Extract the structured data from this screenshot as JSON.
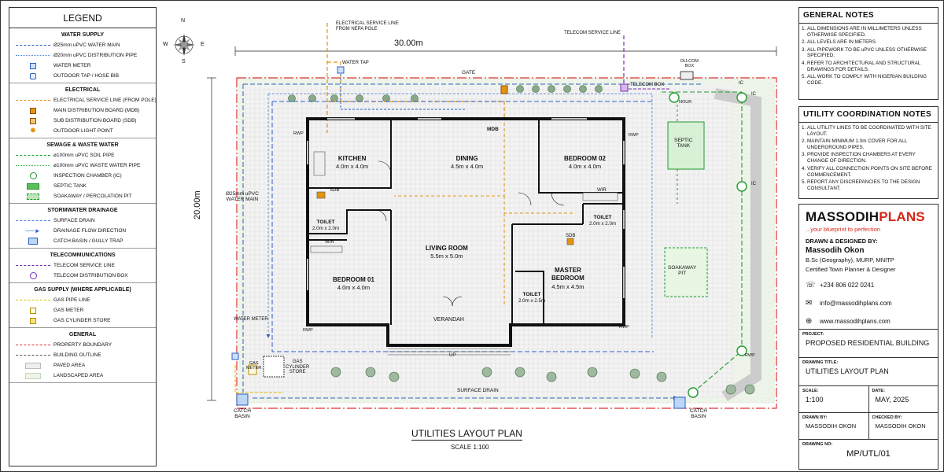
{
  "legend": {
    "title": "LEGEND",
    "sections": [
      {
        "title": "WATER SUPPLY",
        "items": [
          {
            "sym": "water-main",
            "label": "Ø25mm uPVC WATER MAIN"
          },
          {
            "sym": "water-dist",
            "label": "Ø20mm uPVC DISTRIBUTION PIPE"
          },
          {
            "sym": "meter",
            "label": "WATER METER"
          },
          {
            "sym": "tap",
            "label": "OUTDOOR TAP / HOSE BIB"
          }
        ]
      },
      {
        "title": "ELECTRICAL",
        "items": [
          {
            "sym": "elec-line",
            "label": "ELECTRICAL SERVICE LINE (FROM POLE)"
          },
          {
            "sym": "mdb",
            "label": "MAIN DISTRIBUTION BOARD (MDB)"
          },
          {
            "sym": "sdb",
            "label": "SUB DISTRIBUTION BOARD (SDB)"
          },
          {
            "sym": "light",
            "label": "OUTDOOR LIGHT POINT"
          }
        ]
      },
      {
        "title": "SEWAGE & WASTE WATER",
        "items": [
          {
            "sym": "soil",
            "label": "ø100mm uPVC SOIL PIPE"
          },
          {
            "sym": "waste",
            "label": "ø100mm uPVC WASTE WATER PIPE"
          },
          {
            "sym": "ic",
            "label": "INSPECTION CHAMBER (IC)"
          },
          {
            "sym": "septic",
            "label": "SEPTIC TANK"
          },
          {
            "sym": "soak",
            "label": "SOAKAWAY / PERCOLATION PIT"
          }
        ]
      },
      {
        "title": "STORMWATER DRAINAGE",
        "items": [
          {
            "sym": "surface",
            "label": "SURFACE DRAIN"
          },
          {
            "sym": "flow",
            "label": "DRAINAGE FLOW DIRECTION"
          },
          {
            "sym": "catch",
            "label": "CATCH BASIN / GULLY TRAP"
          }
        ]
      },
      {
        "title": "TELECOMMUNICATIONS",
        "items": [
          {
            "sym": "telecom-line",
            "label": "TELECOM SERVICE LINE"
          },
          {
            "sym": "telecom-box",
            "label": "TELECOM DISTRIBUTION BOX"
          }
        ]
      },
      {
        "title": "GAS SUPPLY (WHERE APPLICABLE)",
        "items": [
          {
            "sym": "gas-line",
            "label": "GAS PIPE LINE"
          },
          {
            "sym": "gas-meter",
            "label": "GAS METER"
          },
          {
            "sym": "gas-store",
            "label": "GAS CYLINDER STORE"
          }
        ]
      },
      {
        "title": "GENERAL",
        "items": [
          {
            "sym": "boundary",
            "label": "PROPERTY BOUNDARY"
          },
          {
            "sym": "outline",
            "label": "BUILDING OUTLINE"
          },
          {
            "sym": "paved",
            "label": "PAVED AREA"
          },
          {
            "sym": "landscape",
            "label": "LANDSCAPED AREA"
          }
        ]
      }
    ]
  },
  "compass": {
    "n": "N",
    "s": "S",
    "e": "E",
    "w": "W"
  },
  "plan": {
    "title": "UTILITIES LAYOUT PLAN",
    "scale": "SCALE  1:100",
    "dim_width": "30.00m",
    "dim_height": "20.00m",
    "labels": {
      "elec_service": "ELECTRICAL SERVICE LINE\nFROM NEPA POLE",
      "telecom_service": "TELECOM SERVICE LINE",
      "water_tap": "WATER TAP",
      "gate": "GATE",
      "telecom_box": "TELECOM BOX",
      "dllcom_box": "DLLCOM\nBOX",
      "ic1": "IC",
      "ic2": "IC",
      "ic3": "IC",
      "septic": "SEPTIC\nTANK",
      "soakaway": "SOAKAWAY\nPIT",
      "water_main": "Ø25mm uPVC\nWATER MAIN",
      "water_meter": "WATER METER",
      "gas_meter": "GAS\nMETER",
      "gas_store": "GAS\nCYLINDER\nSTORE",
      "surface_drain": "SURFACE DRAIN",
      "catch_left": "CATCH\nBASIN",
      "catch_right": "CATCH\nBASIN",
      "mdb": "MDB",
      "sdb1": "SDB",
      "sdb2": "SDB",
      "rwp": "RWP",
      "verandah": "VERANDAH",
      "up": "UP",
      "wir": "WIR",
      "nour": "NOUR"
    },
    "rooms": [
      {
        "id": "kitchen",
        "name": "KITCHEN",
        "size": "4.0m x 4.0m"
      },
      {
        "id": "dining",
        "name": "DINING",
        "size": "4.5m x 4.0m"
      },
      {
        "id": "bed2",
        "name": "BEDROOM 02",
        "size": "4.0m x 4.0m"
      },
      {
        "id": "toilet1",
        "name": "TOILET",
        "size": "2.0m x 2.0m"
      },
      {
        "id": "toilet2",
        "name": "TOILET",
        "size": "2.0m x 2.0m"
      },
      {
        "id": "living",
        "name": "LIVING ROOM",
        "size": "5.5m x 5.0m"
      },
      {
        "id": "master",
        "name": "MASTER\nBEDROOM",
        "size": "4.5m x 4.5m"
      },
      {
        "id": "bed1",
        "name": "BEDROOM 01",
        "size": "4.0m x 4.0m"
      },
      {
        "id": "toilet3",
        "name": "TOILET",
        "size": "2.0m x 2.5m"
      }
    ]
  },
  "general_notes": {
    "title": "GENERAL NOTES",
    "items": [
      "ALL DIMENSIONS ARE IN MILLIMETERS UNLESS OTHERWISE SPECIFIED.",
      "ALL LEVELS ARE IN METERS.",
      "ALL PIPEWORK TO BE uPVC UNLESS OTHERWISE SPECIFIED.",
      "REFER TO ARCHITECTURAL AND STRUCTURAL DRAWINGS FOR DETAILS.",
      "ALL WORK TO COMPLY WITH NIGERIAN BUILDING CODE."
    ]
  },
  "coordination_notes": {
    "title": "UTILITY COORDINATION NOTES",
    "items": [
      "ALL UTILITY LINES TO BE COORDINATED WITH SITE LAYOUT.",
      "MAINTAIN MINIMUM 1.0m COVER FOR ALL UNDERGROUND PIPES.",
      "PROVIDE INSPECTION CHAMBERS AT EVERY CHANGE OF DIRECTION.",
      "VERIFY ALL CONNECTION POINTS ON SITE BEFORE COMMENCEMENT.",
      "REPORT ANY DISCREPANCIES TO THE DESIGN CONSULTANT."
    ]
  },
  "brand": {
    "name_a": "MASSODIH",
    "name_b": "PLANS",
    "tagline": "...your blueprint to perfection",
    "drawn_label": "DRAWN & DESIGNED BY:",
    "designer": "Massodih Okon",
    "cred1": "B.Sc (Geography), MURP, MNITP",
    "cred2": "Certified Town Planner & Designer",
    "phone": "+234 806 022 0241",
    "email": "info@massodihplans.com",
    "web": "www.massodihplans.com",
    "accent": "#d62718"
  },
  "title_block": {
    "project_label": "PROJECT:",
    "project": "PROPOSED RESIDENTIAL BUILDING",
    "drawing_title_label": "DRAWING TITLE:",
    "drawing_title": "UTILITIES LAYOUT PLAN",
    "scale_label": "SCALE:",
    "scale": "1:100",
    "date_label": "DATE:",
    "date": "MAY, 2025",
    "drawn_label": "DRAWN BY:",
    "drawn": "MASSODIH OKON",
    "checked_label": "CHECKED BY:",
    "checked": "MASSODIH OKON",
    "drawing_no_label": "DRAWING NO:",
    "drawing_no": "MP/UTL/01"
  }
}
